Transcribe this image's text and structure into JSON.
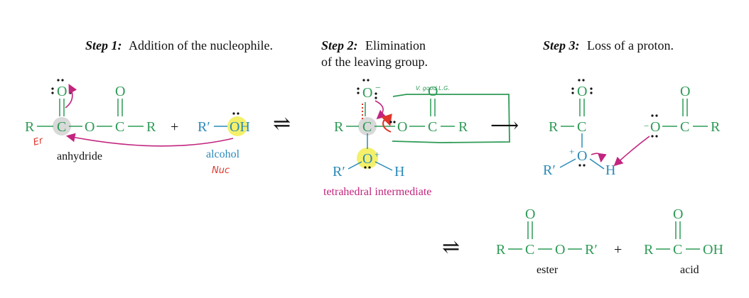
{
  "colors": {
    "green": "#2E9B57",
    "blue": "#2B8AB8",
    "magenta": "#C2257F",
    "red": "#E0362C",
    "ink": "#111111",
    "highlight_gray": "#D9D9D9",
    "highlight_yellow": "#F4F06A"
  },
  "steps": [
    {
      "label": "Step 1:",
      "text": "Addition of the nucleophile."
    },
    {
      "label": "Step 2:",
      "text_line1": "Elimination",
      "text_line2": "of the leaving group."
    },
    {
      "label": "Step 3:",
      "text": "Loss of a proton."
    }
  ],
  "atoms": {
    "R": "R",
    "R_prime": "R′",
    "C": "C",
    "O": "O",
    "OH": "OH",
    "H": "H",
    "O_plus": "O",
    "plus": "+",
    "minus": "−"
  },
  "labels": {
    "anhydride": "anhydride",
    "alcohol": "alcohol",
    "tetrahedral_intermediate": "tetrahedral intermediate",
    "ester": "ester",
    "acid": "acid",
    "plus_sign": "+"
  },
  "annotations": {
    "electrophile": "Er",
    "nucleophile": "Nuc",
    "good_lg": "V. good L.G."
  },
  "arrows": {
    "equilibrium": "⇌",
    "forward": "⟶"
  }
}
